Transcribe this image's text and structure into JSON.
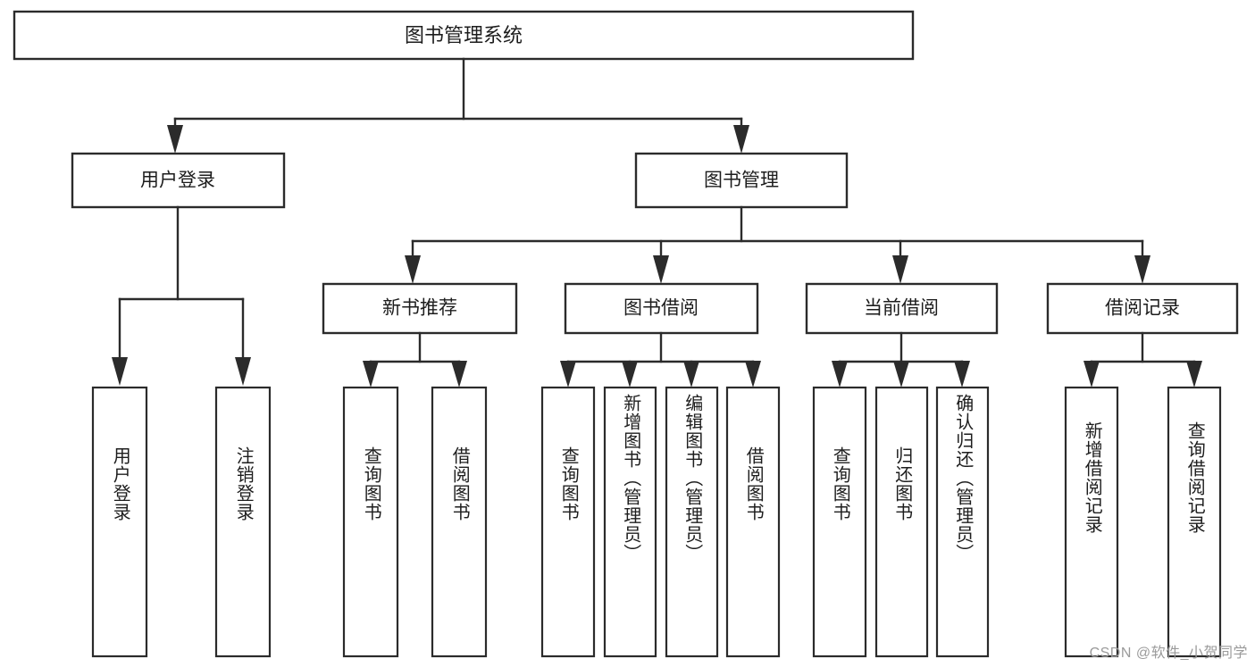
{
  "diagram": {
    "title": "图书管理系统",
    "type": "hierarchy-tree",
    "root": {
      "label": "图书管理系统"
    },
    "level1": [
      {
        "label": "用户登录"
      },
      {
        "label": "图书管理"
      }
    ],
    "level2": [
      {
        "label": "新书推荐"
      },
      {
        "label": "图书借阅"
      },
      {
        "label": "当前借阅"
      },
      {
        "label": "借阅记录"
      }
    ],
    "leaves": {
      "user_login": [
        {
          "label": "用户登录"
        },
        {
          "label": "注销登录"
        }
      ],
      "new_book_recommend": [
        {
          "label": "查询图书"
        },
        {
          "label": "借阅图书"
        }
      ],
      "book_borrow": [
        {
          "label": "查询图书"
        },
        {
          "label": "新增图书（管理员）"
        },
        {
          "label": "编辑图书（管理员）"
        },
        {
          "label": "借阅图书"
        }
      ],
      "current_borrow": [
        {
          "label": "查询图书"
        },
        {
          "label": "归还图书"
        },
        {
          "label": "确认归还（管理员）"
        }
      ],
      "borrow_record": [
        {
          "label": "新增借阅记录"
        },
        {
          "label": "查询借阅记录"
        }
      ]
    }
  },
  "watermark": {
    "text": "CSDN @软件_小贺同学"
  },
  "colors": {
    "stroke": "#2b2b2b",
    "fill": "#ffffff",
    "text": "#1d1d1d",
    "watermark": "#9a9a9a"
  }
}
